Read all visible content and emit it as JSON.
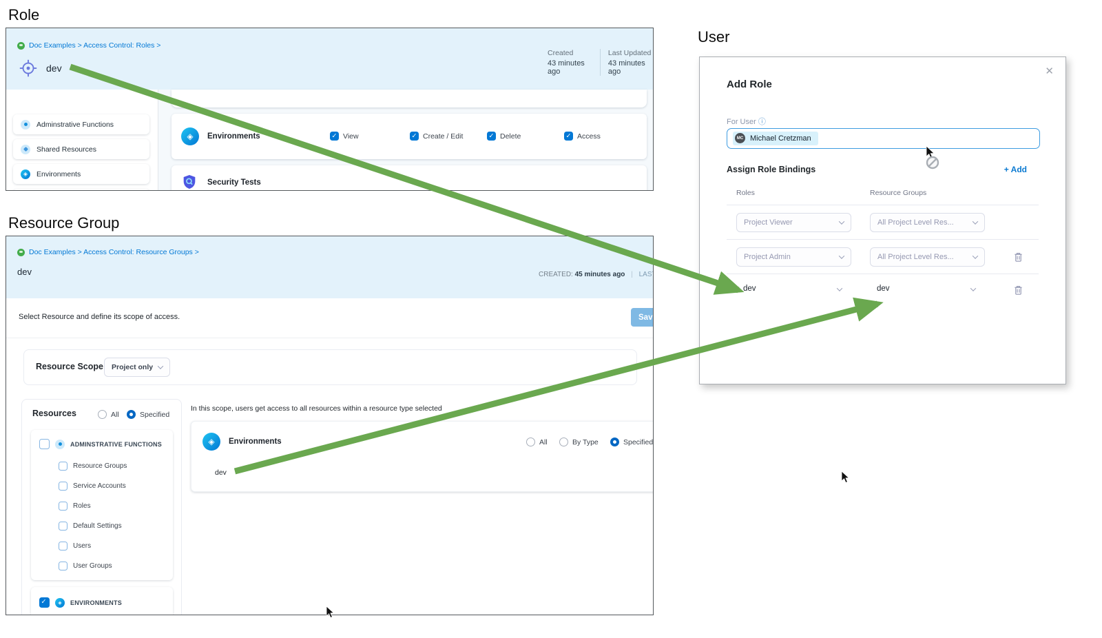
{
  "titles": {
    "role": "Role",
    "resource_group": "Resource Group",
    "user": "User"
  },
  "colors": {
    "accent": "#0278d5",
    "arrow_green": "#6aa84f",
    "panel_header_bg": "#e3f2fb"
  },
  "icons": {
    "breadcrumb_status": "green-dot-icon",
    "role_target": "crosshair-icon",
    "admin_functions": "circle-dot-icon",
    "shared_resources": "circle-diamond-icon",
    "environments": "blue-circle-icon",
    "security_tests": "shield-scan-icon",
    "info": "info-circle-icon",
    "delete": "trash-icon",
    "close_glyph": "✕",
    "env_glyph": "◈"
  },
  "role_panel": {
    "breadcrumb": "Doc Examples > Access Control: Roles >",
    "name": "dev",
    "meta": {
      "created_label": "Created",
      "created_value": "43 minutes ago",
      "updated_label": "Last Updated",
      "updated_value": "43 minutes ago"
    },
    "sidebar": {
      "items": [
        {
          "label": "Adminstrative Functions"
        },
        {
          "label": "Shared Resources"
        },
        {
          "label": "Environments"
        }
      ]
    },
    "permissions": {
      "resource": "Environments",
      "checks": [
        {
          "label": "View",
          "checked": true
        },
        {
          "label": "Create / Edit",
          "checked": true
        },
        {
          "label": "Delete",
          "checked": true
        },
        {
          "label": "Access",
          "checked": true
        }
      ],
      "resource2": "Security Tests"
    }
  },
  "resource_group_panel": {
    "breadcrumb": "Doc Examples > Access Control: Resource Groups >",
    "name": "dev",
    "meta": {
      "created_label": "CREATED:",
      "created_value": "45 minutes ago",
      "divider": "|",
      "updated_label": "LAST UPD"
    },
    "subtitle": "Select Resource and define its scope of access.",
    "save_label": "Save",
    "resource_scope": {
      "label": "Resource Scope",
      "value": "Project only"
    },
    "resources": {
      "label": "Resources",
      "options": [
        {
          "label": "All",
          "selected": false
        },
        {
          "label": "Specified",
          "selected": true
        }
      ],
      "groups": [
        {
          "label": "ADMINSTRATIVE FUNCTIONS",
          "checked": false,
          "children": [
            "Resource Groups",
            "Service Accounts",
            "Roles",
            "Default Settings",
            "Users",
            "User Groups"
          ]
        },
        {
          "label": "ENVIRONMENTS",
          "checked": true
        }
      ]
    },
    "scope_hint": "In this scope, users get access to all resources within a resource type selected",
    "environment_row": {
      "label": "Environments",
      "options": [
        {
          "label": "All",
          "selected": false
        },
        {
          "label": "By Type",
          "selected": false
        },
        {
          "label": "Specified",
          "selected": true
        }
      ],
      "item": "dev"
    }
  },
  "user_dialog": {
    "title": "Add Role",
    "close_glyph": "✕",
    "for_user_label": "For User",
    "user": {
      "initials": "MC",
      "name": "Michael Cretzman"
    },
    "assign_label": "Assign Role Bindings",
    "add_label": "+ Add",
    "columns": {
      "roles": "Roles",
      "resource_groups": "Resource Groups"
    },
    "rows": [
      {
        "role": "Project Viewer",
        "resource_group": "All Project Level Res..."
      },
      {
        "role": "Project Admin",
        "resource_group": "All Project Level Res..."
      },
      {
        "role": "dev",
        "resource_group": "dev"
      }
    ]
  }
}
